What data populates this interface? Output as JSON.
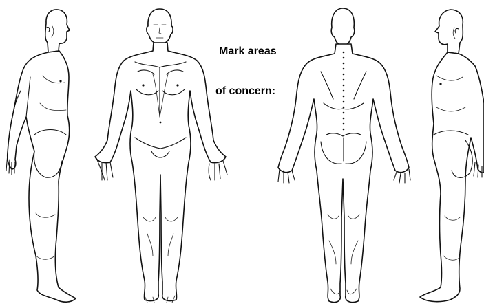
{
  "caption": {
    "line1": "Mark areas",
    "line2": "of concern:"
  },
  "figures": [
    {
      "view": "right-side-profile"
    },
    {
      "view": "front"
    },
    {
      "view": "back"
    },
    {
      "view": "left-side-profile"
    }
  ]
}
